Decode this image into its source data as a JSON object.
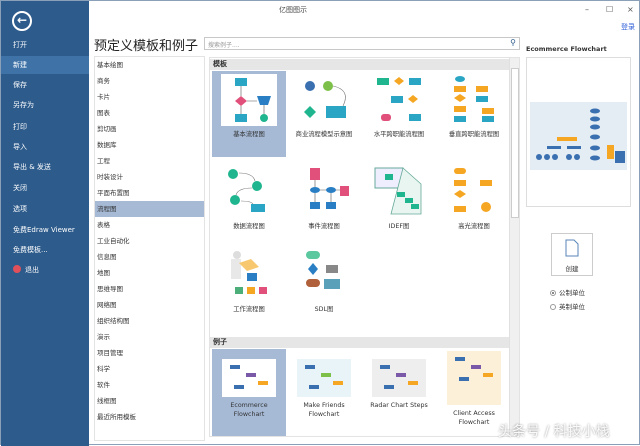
{
  "window": {
    "title": "亿图图示",
    "minimize": "–",
    "maximize": "☐",
    "close": "×",
    "login": "登录"
  },
  "sidebar": {
    "items": [
      {
        "label": "打开"
      },
      {
        "label": "新建"
      },
      {
        "label": "保存"
      },
      {
        "label": "另存为"
      },
      {
        "label": "打印"
      },
      {
        "label": "导入"
      },
      {
        "label": "导出 & 发送"
      },
      {
        "label": "关闭"
      },
      {
        "label": "选项"
      },
      {
        "label": "免费Edraw Viewer"
      },
      {
        "label": "免费模板..."
      },
      {
        "label": "退出"
      }
    ],
    "active": "新建"
  },
  "main": {
    "title": "预定义模板和例子",
    "search_placeholder": "搜索例子....",
    "categories": [
      "基本绘图",
      "商务",
      "卡片",
      "图表",
      "剪切画",
      "数据库",
      "工程",
      "时装设计",
      "平面布置图",
      "流程图",
      "表格",
      "工业自动化",
      "信息图",
      "地图",
      "思维导图",
      "网络图",
      "组织结构图",
      "演示",
      "项目管理",
      "科学",
      "软件",
      "线框图",
      "最近所用模板"
    ],
    "active_category": "流程图",
    "templates_header": "模板",
    "templates": [
      "基本流程图",
      "商业流程模型示意图",
      "水平跨职能流程图",
      "垂直跨职能流程图",
      "数据流程图",
      "事件流程图",
      "IDEF图",
      "高光流程图",
      "工作流程图",
      "SDL图"
    ],
    "examples_header": "例子",
    "examples": [
      [
        "Ecommerce",
        "Flowchart"
      ],
      [
        "Make Friends",
        "Flowchart"
      ],
      [
        "Radar Chart Steps",
        ""
      ],
      [
        "Client Access",
        "Flowchart"
      ]
    ]
  },
  "right": {
    "preview_title": "Ecommerce Flowchart",
    "create_label": "创建",
    "units": [
      "公制单位",
      "英制单位"
    ],
    "selected_unit": "公制单位"
  },
  "watermark": "头条号 / 科技小栈",
  "colors": {
    "sidebar": "#2d5b8c",
    "selected": "#a6bad6",
    "teal": "#2aa6c4",
    "orange": "#f5a623",
    "green": "#1fb58f",
    "pink": "#e0507a"
  }
}
